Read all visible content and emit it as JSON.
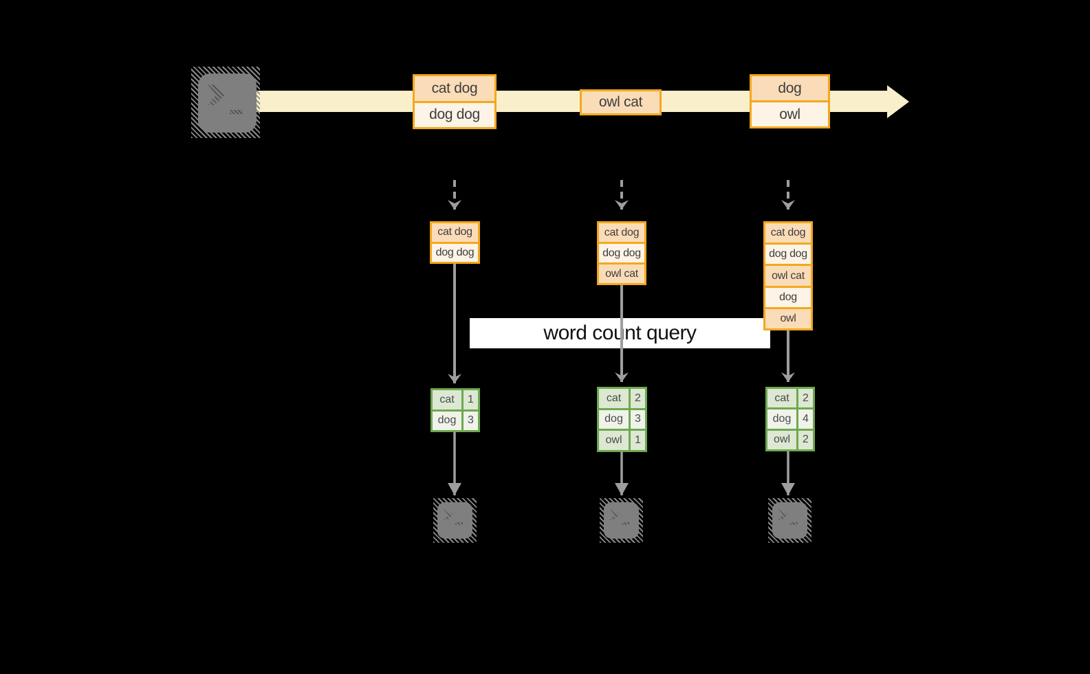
{
  "query": {
    "label": "word count query"
  },
  "stream": {
    "batches": [
      {
        "events": [
          "cat dog",
          "dog dog"
        ]
      },
      {
        "events": [
          "owl cat"
        ]
      },
      {
        "events": [
          "dog",
          "owl"
        ]
      }
    ]
  },
  "snapshots": [
    {
      "input": [
        "cat dog",
        "dog dog"
      ],
      "result": [
        {
          "word": "cat",
          "count": "1"
        },
        {
          "word": "dog",
          "count": "3"
        }
      ]
    },
    {
      "input": [
        "cat dog",
        "dog dog",
        "owl cat"
      ],
      "result": [
        {
          "word": "cat",
          "count": "2"
        },
        {
          "word": "dog",
          "count": "3"
        },
        {
          "word": "owl",
          "count": "1"
        }
      ]
    },
    {
      "input": [
        "cat dog",
        "dog dog",
        "owl cat",
        "dog",
        "owl"
      ],
      "result": [
        {
          "word": "cat",
          "count": "2"
        },
        {
          "word": "dog",
          "count": "4"
        },
        {
          "word": "owl",
          "count": "2"
        }
      ]
    }
  ],
  "icons": {
    "source": "terminal-icon",
    "sink_1": "terminal-icon",
    "sink_2": "terminal-icon",
    "sink_3": "terminal-icon"
  },
  "colors": {
    "background": "#000000",
    "stream_band": "#FAEFCB",
    "event_border": "#F2A81D",
    "event_fill_dark": "#FBDCB8",
    "event_fill_light": "#FDF3E6",
    "result_border": "#6FA850",
    "result_fill_dark": "#DCE8D2",
    "result_fill_light": "#EFF3EA",
    "arrow_gray": "#9E9E9E",
    "terminal_gray": "#7F7F7F",
    "query_banner_bg": "#FFFFFF",
    "text": "#3D3D3D"
  }
}
